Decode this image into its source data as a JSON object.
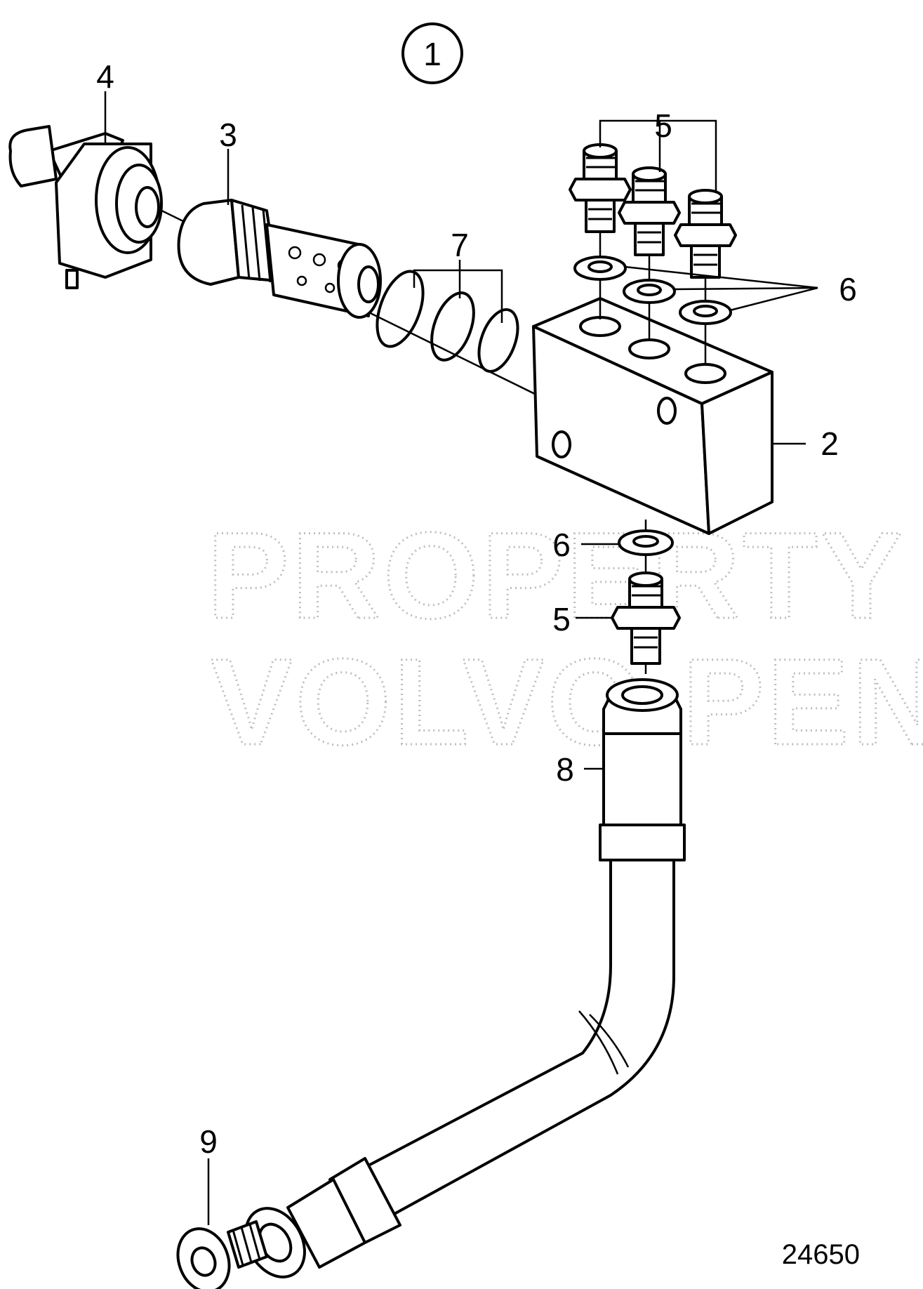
{
  "diagram": {
    "group_number": "1",
    "drawing_number": "24650",
    "watermark": {
      "line1": "PROPERTY OF",
      "line2": "VOLVO PENTA"
    },
    "callouts": {
      "c4": "4",
      "c3": "3",
      "c5_top": "5",
      "c7": "7",
      "c6_top": "6",
      "c2": "2",
      "c6_mid": "6",
      "c5_mid": "5",
      "c8": "8",
      "c9": "9"
    },
    "colors": {
      "line": "#000000",
      "background": "#ffffff",
      "watermark": "#bdbdbd"
    }
  }
}
